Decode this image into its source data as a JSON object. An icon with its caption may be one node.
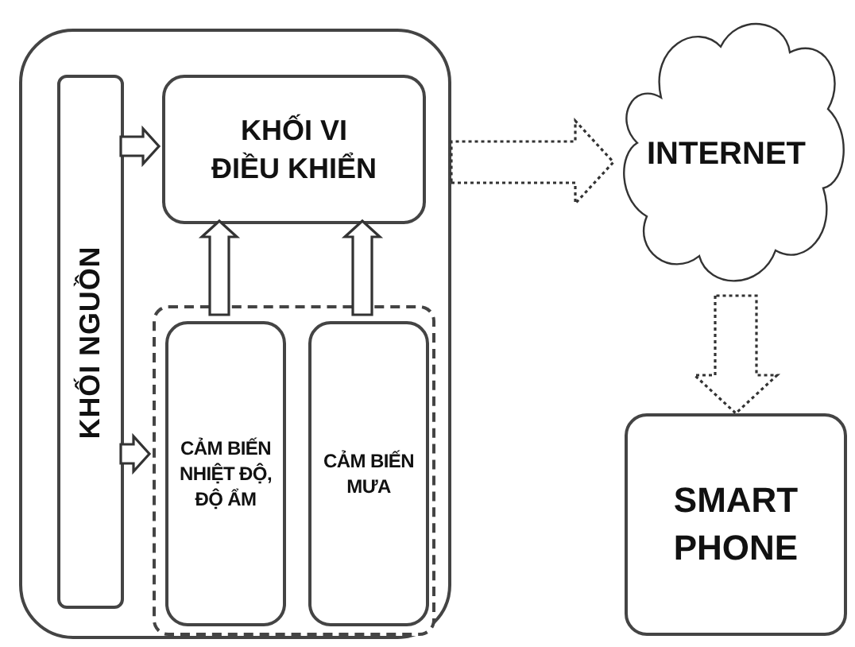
{
  "diagram": {
    "nodes": [
      {
        "text": [],
        "shape": "box"
      },
      {
        "text": [
          "KHỐI NGUỒN"
        ],
        "in": 0
      },
      {
        "text": [
          "KHỐI VI ĐIỀU KHIỂN"
        ],
        "in": 0
      },
      {
        "text": [],
        "shape": "box",
        "in": 0
      },
      {
        "text": [
          "CẢM BIẾN NHIỆT ĐỘ, ĐỘ ẨM"
        ],
        "in": 3
      },
      {
        "text": [
          "CẢM BIẾN MƯA"
        ],
        "in": 3
      },
      {
        "text": [
          "INTERNET"
        ]
      },
      {
        "text": [
          "SMART PHONE"
        ]
      }
    ],
    "edges": [
      {
        "from": 1,
        "to": 2,
        "arrow": "to"
      },
      {
        "from": 1,
        "to": 3,
        "arrow": "to"
      },
      {
        "from": 4,
        "to": 2,
        "arrow": "to"
      },
      {
        "from": 5,
        "to": 2,
        "arrow": "to"
      },
      {
        "from": 0,
        "to": 6,
        "arrow": "to",
        "style": "dashed"
      },
      {
        "from": 6,
        "to": 7,
        "arrow": "to",
        "style": "dashed"
      }
    ]
  }
}
